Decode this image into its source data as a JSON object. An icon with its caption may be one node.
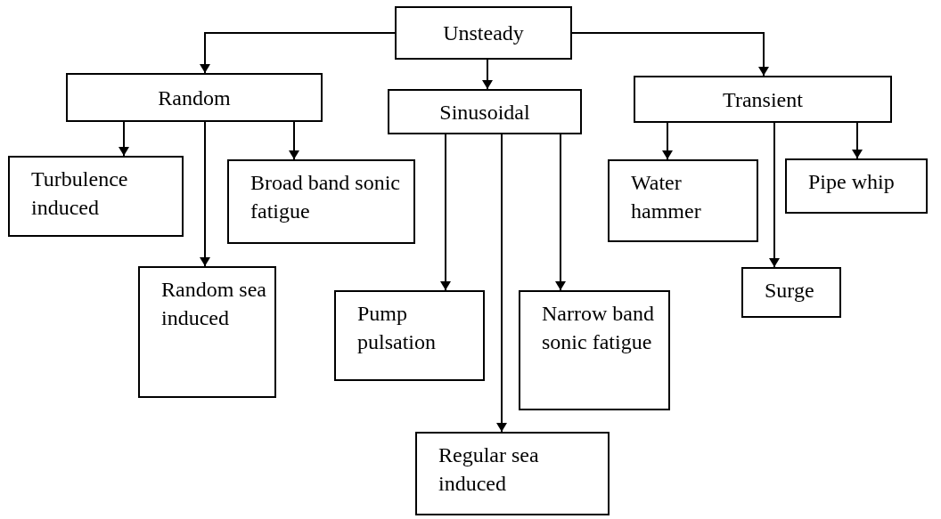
{
  "diagram": {
    "nodes": [
      {
        "text": [
          "Unsteady"
        ]
      },
      {
        "text": [
          "Random"
        ]
      },
      {
        "text": [
          "Sinusoidal"
        ]
      },
      {
        "text": [
          "Transient"
        ]
      },
      {
        "text": [
          "Turbulence induced"
        ]
      },
      {
        "text": [
          "Random sea induced"
        ]
      },
      {
        "text": [
          "Broad band sonic fatigue"
        ]
      },
      {
        "text": [
          "Pump pulsation"
        ]
      },
      {
        "text": [
          "Regular sea induced"
        ]
      },
      {
        "text": [
          "Narrow band sonic fatigue"
        ]
      },
      {
        "text": [
          "Water hammer"
        ]
      },
      {
        "text": [
          "Surge"
        ]
      },
      {
        "text": [
          "Pipe whip"
        ]
      }
    ],
    "edges": [
      {
        "from": 0,
        "to": 1,
        "arrow": "to"
      },
      {
        "from": 0,
        "to": 2,
        "arrow": "to"
      },
      {
        "from": 0,
        "to": 3,
        "arrow": "to"
      },
      {
        "from": 1,
        "to": 4,
        "arrow": "to"
      },
      {
        "from": 1,
        "to": 5,
        "arrow": "to"
      },
      {
        "from": 1,
        "to": 6,
        "arrow": "to"
      },
      {
        "from": 2,
        "to": 7,
        "arrow": "to"
      },
      {
        "from": 2,
        "to": 8,
        "arrow": "to"
      },
      {
        "from": 2,
        "to": 9,
        "arrow": "to"
      },
      {
        "from": 3,
        "to": 10,
        "arrow": "to"
      },
      {
        "from": 3,
        "to": 11,
        "arrow": "to"
      },
      {
        "from": 3,
        "to": 12,
        "arrow": "to"
      }
    ]
  }
}
